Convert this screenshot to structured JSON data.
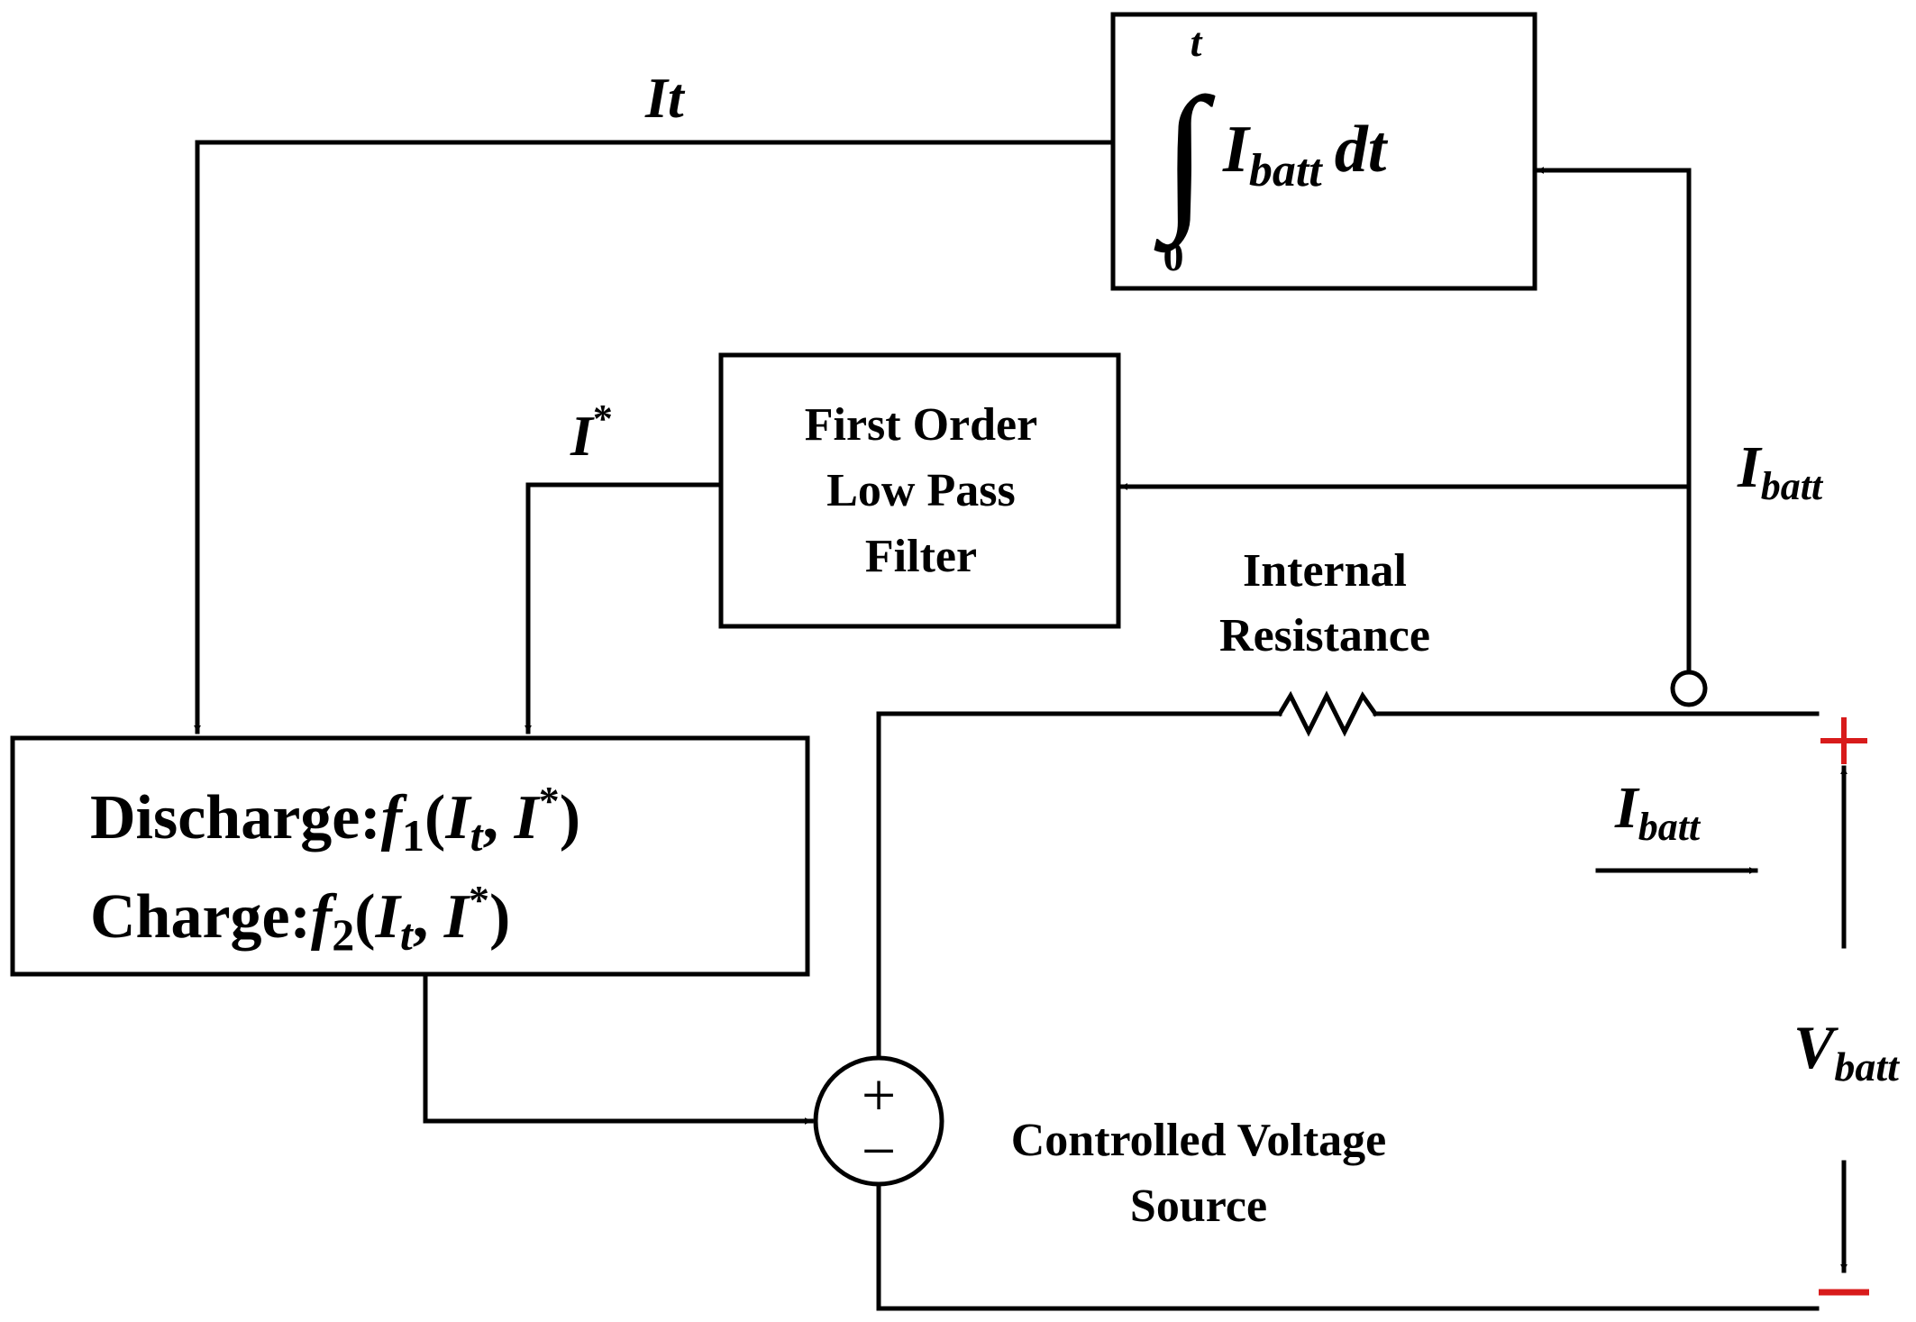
{
  "integrator": {
    "upper_limit": "t",
    "lower_limit": "0",
    "integrand": "I",
    "integrand_sub": "batt",
    "differential": "dt"
  },
  "it_label": "It",
  "istar_label": {
    "main": "I",
    "sup": "*"
  },
  "filter": {
    "line1": "First Order",
    "line2": "Low Pass",
    "line3": "Filter"
  },
  "ibatt_top": {
    "main": "I",
    "sub": "batt"
  },
  "internal_resistance": {
    "line1": "Internal",
    "line2": "Resistance"
  },
  "function_block": {
    "discharge_prefix": "Discharge:",
    "charge_prefix": "Charge:",
    "f1": "f",
    "f1_sub": "1",
    "f2": "f",
    "f2_sub": "2",
    "arg1": "I",
    "arg1_sub": "t",
    "arg2": "I",
    "arg2_sup": "*"
  },
  "ibatt_arrow": {
    "main": "I",
    "sub": "batt"
  },
  "vbatt": {
    "main": "V",
    "sub": "batt"
  },
  "source": {
    "line1": "Controlled Voltage",
    "line2": "Source"
  },
  "source_symbols": {
    "plus": "+",
    "minus": "−"
  },
  "colors": {
    "polarity": "#d81b1b",
    "line": "#000000"
  }
}
